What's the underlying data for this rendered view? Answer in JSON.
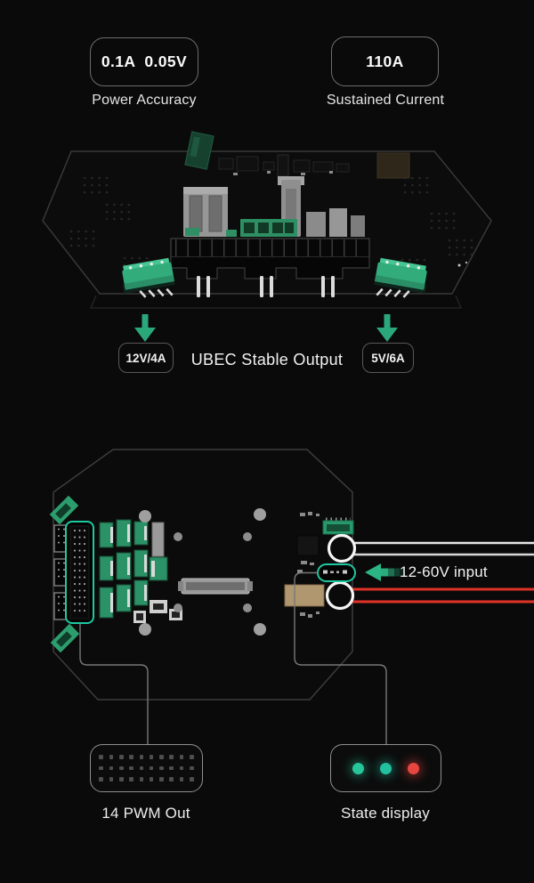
{
  "header": {
    "specs": [
      {
        "value": "0.1A  0.05V",
        "label": "Power Accuracy"
      },
      {
        "value": "110A",
        "label": "Sustained Current"
      }
    ]
  },
  "ubec": {
    "left_badge": "12V/4A",
    "title": "UBEC Stable Output",
    "right_badge": "5V/6A",
    "arrow_icon": "arrow-down-green"
  },
  "input": {
    "label": "12-60V input",
    "arrow_icon": "arrow-left-green"
  },
  "pwm": {
    "label": "14 PWM Out"
  },
  "state": {
    "label": "State display",
    "led_colors": [
      "#28c59b",
      "#23c0a0",
      "#e64540"
    ]
  },
  "colors": {
    "background": "#0a0a0a",
    "accent_green": "#2bb585",
    "teal_outline": "#1ec9a0",
    "wire_white": "#e6e6e6",
    "wire_red": "#e03227",
    "connector_green": "#33ac7c"
  }
}
